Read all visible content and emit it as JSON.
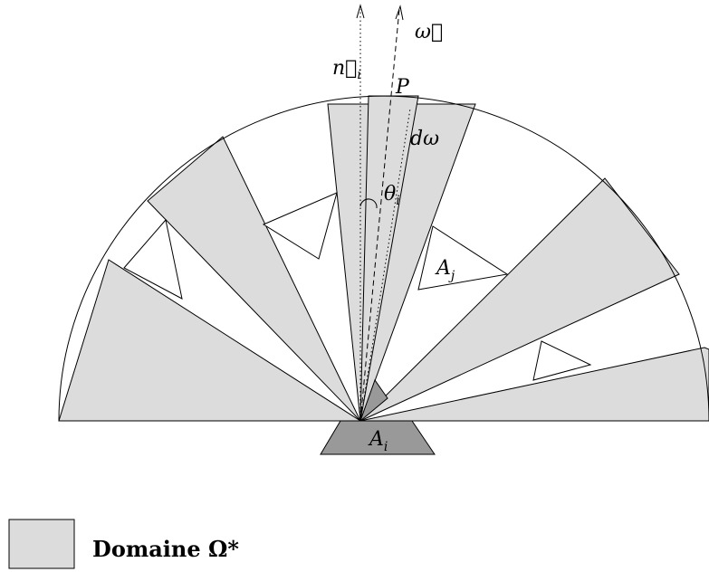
{
  "labels": {
    "omega_vec": "ω⃗",
    "normal_vec": "n⃗",
    "normal_sub": "i",
    "point": "P",
    "d_omega": "dω",
    "theta": "θ",
    "theta_sub": "i",
    "a_j": "A",
    "a_j_sub": "j",
    "a_i": "A",
    "a_i_sub": "i"
  },
  "legend": {
    "text": "Domaine Ω*"
  },
  "colors": {
    "sector_fill": "#dcdcdc",
    "patch_fill": "#999999",
    "stroke": "#000000"
  }
}
